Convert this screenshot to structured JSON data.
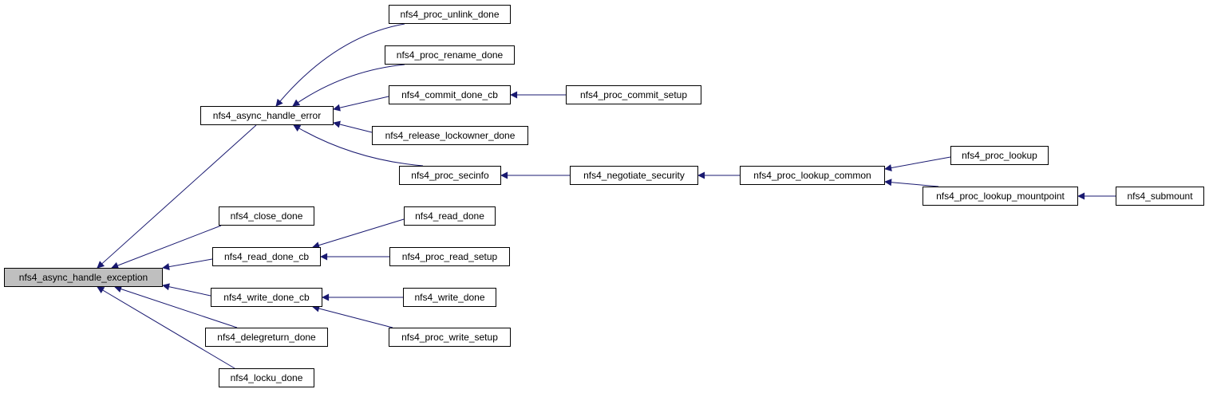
{
  "graph": {
    "edge_color": "#191970",
    "root_fill": "#bfbfbf",
    "nodes": {
      "root": "nfs4_async_handle_exception",
      "async_handle_error": "nfs4_async_handle_error",
      "close_done": "nfs4_close_done",
      "read_done_cb": "nfs4_read_done_cb",
      "write_done_cb": "nfs4_write_done_cb",
      "delegreturn_done": "nfs4_delegreturn_done",
      "locku_done": "nfs4_locku_done",
      "proc_unlink_done": "nfs4_proc_unlink_done",
      "proc_rename_done": "nfs4_proc_rename_done",
      "commit_done_cb": "nfs4_commit_done_cb",
      "release_lockowner_done": "nfs4_release_lockowner_done",
      "proc_secinfo": "nfs4_proc_secinfo",
      "read_done": "nfs4_read_done",
      "proc_read_setup": "nfs4_proc_read_setup",
      "write_done": "nfs4_write_done",
      "proc_write_setup": "nfs4_proc_write_setup",
      "proc_commit_setup": "nfs4_proc_commit_setup",
      "negotiate_security": "nfs4_negotiate_security",
      "proc_lookup_common": "nfs4_proc_lookup_common",
      "proc_lookup": "nfs4_proc_lookup",
      "proc_lookup_mountpoint": "nfs4_proc_lookup_mountpoint",
      "submount": "nfs4_submount"
    },
    "edges": [
      [
        "async_handle_error",
        "root"
      ],
      [
        "close_done",
        "root"
      ],
      [
        "read_done_cb",
        "root"
      ],
      [
        "write_done_cb",
        "root"
      ],
      [
        "delegreturn_done",
        "root"
      ],
      [
        "locku_done",
        "root"
      ],
      [
        "proc_unlink_done",
        "async_handle_error"
      ],
      [
        "proc_rename_done",
        "async_handle_error"
      ],
      [
        "commit_done_cb",
        "async_handle_error"
      ],
      [
        "release_lockowner_done",
        "async_handle_error"
      ],
      [
        "proc_secinfo",
        "async_handle_error"
      ],
      [
        "proc_commit_setup",
        "commit_done_cb"
      ],
      [
        "negotiate_security",
        "proc_secinfo"
      ],
      [
        "proc_lookup_common",
        "negotiate_security"
      ],
      [
        "proc_lookup",
        "proc_lookup_common"
      ],
      [
        "proc_lookup_mountpoint",
        "proc_lookup_common"
      ],
      [
        "submount",
        "proc_lookup_mountpoint"
      ],
      [
        "read_done",
        "read_done_cb"
      ],
      [
        "proc_read_setup",
        "read_done_cb"
      ],
      [
        "write_done",
        "write_done_cb"
      ],
      [
        "proc_write_setup",
        "write_done_cb"
      ]
    ]
  }
}
